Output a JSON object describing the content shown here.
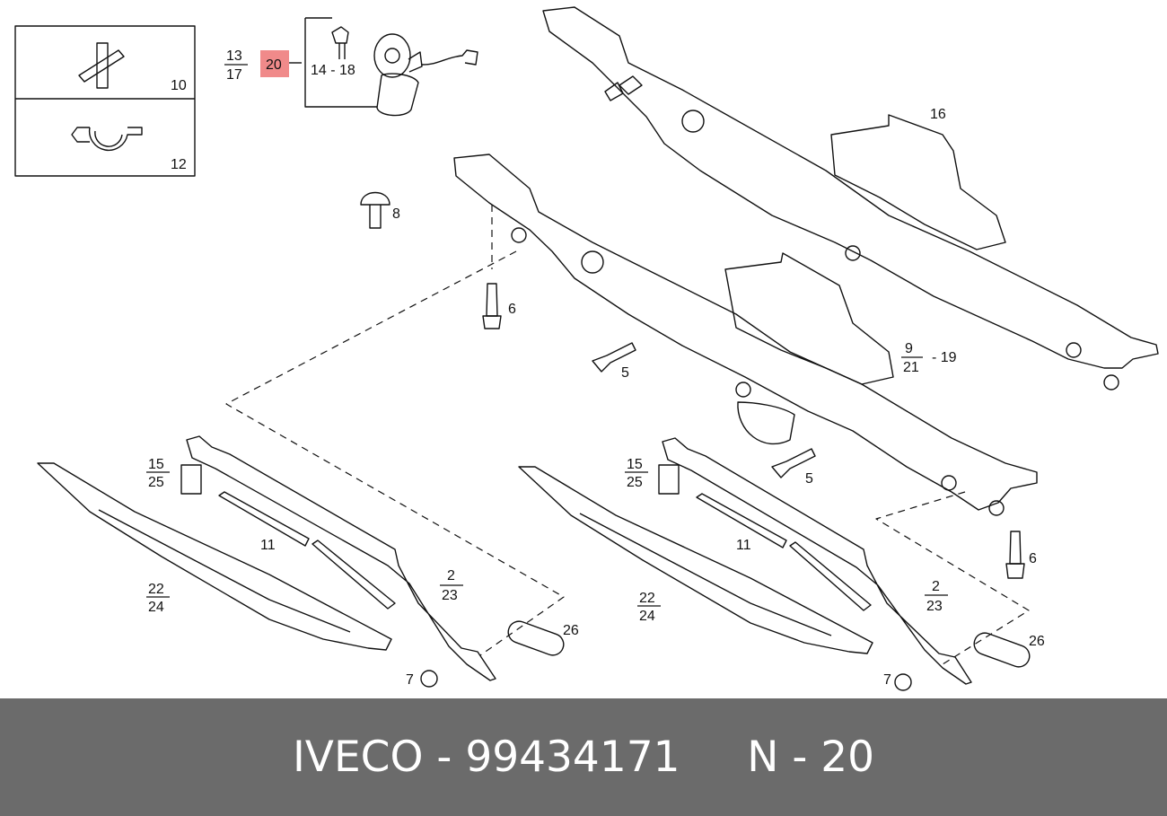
{
  "colors": {
    "highlight": "#f08a8a",
    "footer_bg": "#6b6b6b",
    "footer_text": "#ffffff"
  },
  "legend": {
    "item_a": "10",
    "item_b": "12"
  },
  "labels": {
    "l13": "13",
    "l17": "17",
    "l20": "20",
    "l14_18": "14 - 18",
    "l16": "16",
    "l8": "8",
    "l6a": "6",
    "l5a": "5",
    "l9": "9",
    "l21": "21",
    "l19": "- 19",
    "l5b": "5",
    "l6b": "6",
    "l15a": "15",
    "l25a": "25",
    "l11a": "11",
    "l22a": "22",
    "l24a": "24",
    "l2a": "2",
    "l23a": "23",
    "l26a": "26",
    "l7a": "7",
    "l15b": "15",
    "l25b": "25",
    "l11b": "11",
    "l22b": "22",
    "l24b": "24",
    "l2b": "2",
    "l23b": "23",
    "l26b": "26",
    "l7b": "7"
  },
  "footer": {
    "brand": "IVECO",
    "sep1": " - ",
    "part_number": "99434171",
    "gap": "     ",
    "ref": "N - 20"
  }
}
